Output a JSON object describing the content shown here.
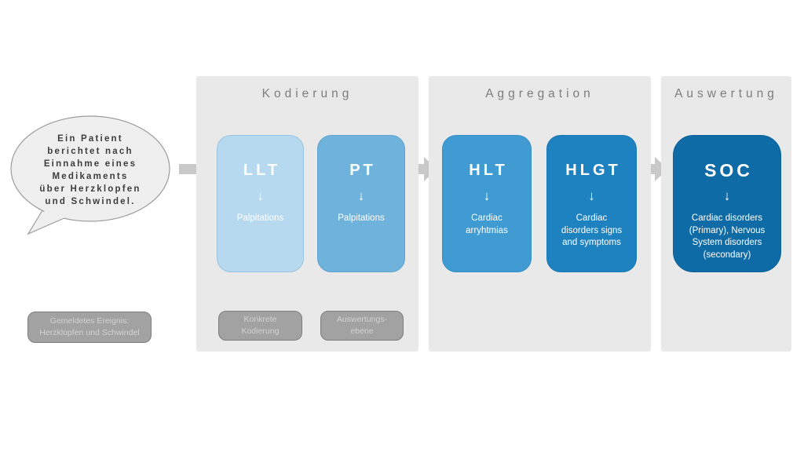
{
  "bubble": {
    "text": "Ein Patient\nberichtet nach\nEinnahme eines\nMedikaments\nüber Herzklopfen\nund Schwindel."
  },
  "reported_event_chip": "Gemeldetes Ereignis:\nHerzklopfen und Schwindel",
  "sections": [
    {
      "title": "Kodierung",
      "boxes": [
        {
          "code": "LLT",
          "arrow": "↓",
          "term": "Palpitations"
        },
        {
          "code": "PT",
          "arrow": "↓",
          "term": "Palpitations"
        }
      ],
      "footers": [
        "Konkrete\nKodierung",
        "Auswertungs-\nebene"
      ]
    },
    {
      "title": "Aggregation",
      "boxes": [
        {
          "code": "HLT",
          "arrow": "↓",
          "term": "Cardiac\narryhtmias"
        },
        {
          "code": "HLGT",
          "arrow": "↓",
          "term": "Cardiac\ndisorders signs\nand symptoms"
        }
      ]
    },
    {
      "title": "Auswertung",
      "boxes": [
        {
          "code": "SOC",
          "arrow": "↓",
          "term": "Cardiac disorders\n(Primary), Nervous\nSystem disorders\n(secondary)"
        }
      ]
    }
  ],
  "colors": {
    "panel_bg": "#e9e9e9",
    "bubble_fill": "#efefef",
    "llt": "#b7d9ef",
    "pt": "#6fb2dc",
    "hlt": "#3f9bd1",
    "hlgt": "#1e82c0",
    "soc": "#0e6ba5",
    "flow_arrow": "#c9c9c9",
    "chip_bg": "#a2a2a2",
    "chip_text": "#d2d2d2"
  }
}
